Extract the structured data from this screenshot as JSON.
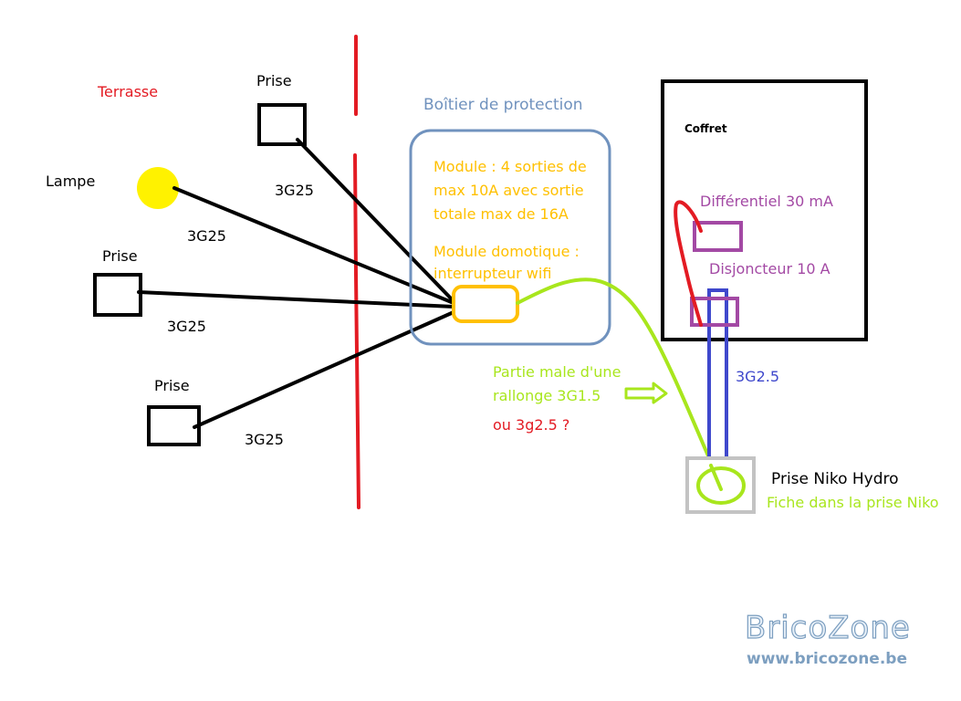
{
  "labels": {
    "terrasse": "Terrasse",
    "prise_top": "Prise",
    "prise_middle": "Prise",
    "prise_bottom": "Prise",
    "lampe": "Lampe",
    "cable_prise_top": "3G25",
    "cable_lampe": "3G25",
    "cable_prise_middle": "3G25",
    "cable_prise_bottom": "3G25",
    "boitier": "Boîtier de protection",
    "module_sorties": "Module : 4 sorties de\nmax 10A avec sortie\ntotale max de 16A",
    "module_domotique": "Module domotique :\ninterrupteur wifi",
    "coffret": "Coffret",
    "differentiel": "Différentiel 30 mA",
    "disjoncteur": "Disjoncteur 10 A",
    "cable_coffret": "3G2.5",
    "partie_male": "Partie male d'une\nrallonge 3G1.5",
    "ou_3g25": "ou 3g2.5 ?",
    "prise_niko": "Prise Niko Hydro",
    "fiche_niko": "Fiche dans la prise Niko"
  },
  "watermark": {
    "brand": "BricoZone",
    "url": "www.bricozone.be"
  },
  "colors": {
    "red": "#e31b23",
    "black": "#000000",
    "orange": "#ffc000",
    "steel_blue": "#7092be",
    "purple": "#a349a4",
    "lime": "#a8e61d",
    "blue": "#3f48cc",
    "gray": "#c3c3c3",
    "yellow": "#fff200",
    "watermark": "#7d9fc0"
  }
}
